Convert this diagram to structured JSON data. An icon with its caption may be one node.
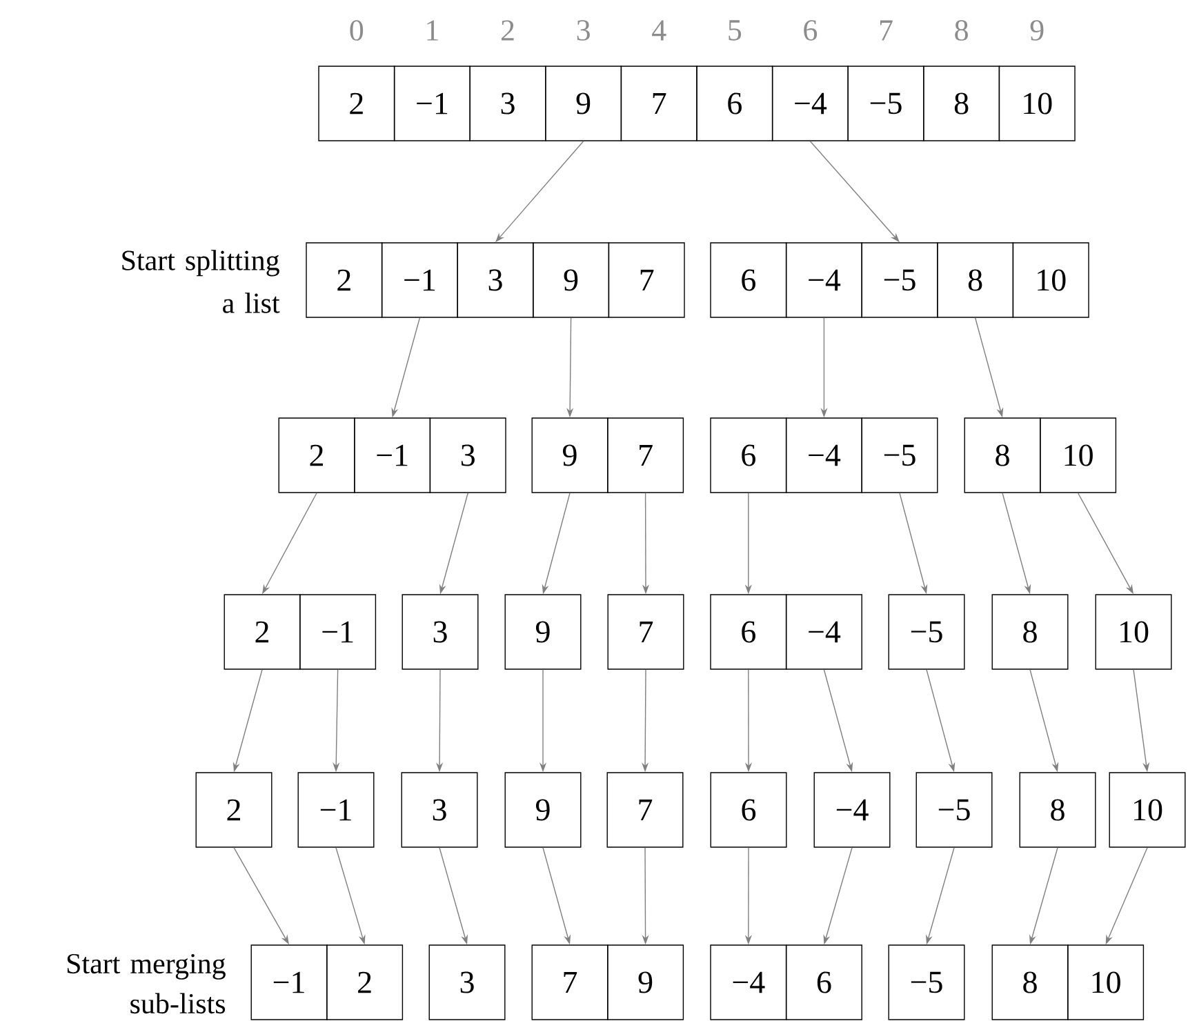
{
  "diagram": {
    "nodes": [
      {
        "text": [
          "2"
        ]
      },
      {
        "text": [
          "−1"
        ]
      },
      {
        "text": [
          "3"
        ]
      },
      {
        "text": [
          "9"
        ]
      },
      {
        "text": [
          "7"
        ]
      },
      {
        "text": [
          "6"
        ]
      },
      {
        "text": [
          "−4"
        ]
      },
      {
        "text": [
          "−5"
        ]
      },
      {
        "text": [
          "8"
        ]
      },
      {
        "text": [
          "10"
        ]
      },
      {
        "text": [
          "2"
        ]
      },
      {
        "text": [
          "−1"
        ]
      },
      {
        "text": [
          "3"
        ]
      },
      {
        "text": [
          "9"
        ]
      },
      {
        "text": [
          "7"
        ]
      },
      {
        "text": [
          "6"
        ]
      },
      {
        "text": [
          "−4"
        ]
      },
      {
        "text": [
          "−5"
        ]
      },
      {
        "text": [
          "8"
        ]
      },
      {
        "text": [
          "10"
        ]
      },
      {
        "text": [
          "2"
        ]
      },
      {
        "text": [
          "−1"
        ]
      },
      {
        "text": [
          "3"
        ]
      },
      {
        "text": [
          "9"
        ]
      },
      {
        "text": [
          "7"
        ]
      },
      {
        "text": [
          "6"
        ]
      },
      {
        "text": [
          "−4"
        ]
      },
      {
        "text": [
          "−5"
        ]
      },
      {
        "text": [
          "8"
        ]
      },
      {
        "text": [
          "10"
        ]
      },
      {
        "text": [
          "2"
        ]
      },
      {
        "text": [
          "−1"
        ]
      },
      {
        "text": [
          "3"
        ]
      },
      {
        "text": [
          "9"
        ]
      },
      {
        "text": [
          "7"
        ]
      },
      {
        "text": [
          "6"
        ]
      },
      {
        "text": [
          "−4"
        ]
      },
      {
        "text": [
          "−5"
        ]
      },
      {
        "text": [
          "8"
        ]
      },
      {
        "text": [
          "10"
        ]
      },
      {
        "text": [
          "2"
        ]
      },
      {
        "text": [
          "−1"
        ]
      },
      {
        "text": [
          "3"
        ]
      },
      {
        "text": [
          "9"
        ]
      },
      {
        "text": [
          "7"
        ]
      },
      {
        "text": [
          "6"
        ]
      },
      {
        "text": [
          "−4"
        ]
      },
      {
        "text": [
          "−5"
        ]
      },
      {
        "text": [
          "8"
        ]
      },
      {
        "text": [
          "10"
        ]
      },
      {
        "text": [
          "−1"
        ]
      },
      {
        "text": [
          "2"
        ]
      },
      {
        "text": [
          "3"
        ]
      },
      {
        "text": [
          "7"
        ]
      },
      {
        "text": [
          "9"
        ]
      },
      {
        "text": [
          "−4"
        ]
      },
      {
        "text": [
          "6"
        ]
      },
      {
        "text": [
          "−5"
        ]
      },
      {
        "text": [
          "8"
        ]
      },
      {
        "text": [
          "10"
        ]
      }
    ],
    "edges": [
      {
        "from": 3,
        "to": 12,
        "arrow": "to"
      },
      {
        "from": 6,
        "to": 17,
        "arrow": "to"
      },
      {
        "from": 11,
        "to": 21,
        "arrow": "to"
      },
      {
        "from": 13,
        "to": 23,
        "arrow": "to"
      },
      {
        "from": 16,
        "to": 26,
        "arrow": "to"
      },
      {
        "from": 18,
        "to": 28,
        "arrow": "to"
      },
      {
        "from": 20,
        "to": 30,
        "arrow": "to"
      },
      {
        "from": 22,
        "to": 32,
        "arrow": "to"
      },
      {
        "from": 23,
        "to": 33,
        "arrow": "to"
      },
      {
        "from": 24,
        "to": 34,
        "arrow": "to"
      },
      {
        "from": 25,
        "to": 35,
        "arrow": "to"
      },
      {
        "from": 27,
        "to": 37,
        "arrow": "to"
      },
      {
        "from": 28,
        "to": 38,
        "arrow": "to"
      },
      {
        "from": 29,
        "to": 39,
        "arrow": "to"
      },
      {
        "from": 30,
        "to": 40,
        "arrow": "to"
      },
      {
        "from": 31,
        "to": 41,
        "arrow": "to"
      },
      {
        "from": 32,
        "to": 42,
        "arrow": "to"
      },
      {
        "from": 33,
        "to": 43,
        "arrow": "to"
      },
      {
        "from": 34,
        "to": 44,
        "arrow": "to"
      },
      {
        "from": 35,
        "to": 45,
        "arrow": "to"
      },
      {
        "from": 36,
        "to": 46,
        "arrow": "to"
      },
      {
        "from": 37,
        "to": 47,
        "arrow": "to"
      },
      {
        "from": 38,
        "to": 48,
        "arrow": "to"
      },
      {
        "from": 39,
        "to": 49,
        "arrow": "to"
      },
      {
        "from": 40,
        "to": 50,
        "arrow": "to"
      },
      {
        "from": 41,
        "to": 51,
        "arrow": "to"
      },
      {
        "from": 42,
        "to": 52,
        "arrow": "to"
      },
      {
        "from": 43,
        "to": 53,
        "arrow": "to"
      },
      {
        "from": 44,
        "to": 54,
        "arrow": "to"
      },
      {
        "from": 45,
        "to": 55,
        "arrow": "to"
      },
      {
        "from": 46,
        "to": 56,
        "arrow": "to"
      },
      {
        "from": 47,
        "to": 57,
        "arrow": "to"
      },
      {
        "from": 48,
        "to": 58,
        "arrow": "to"
      },
      {
        "from": 49,
        "to": 59,
        "arrow": "to"
      }
    ],
    "labels": [
      "0",
      "1",
      "2",
      "3",
      "4",
      "5",
      "6",
      "7",
      "8",
      "9",
      "Start splitting a list",
      "Start merging sub-lists"
    ]
  }
}
